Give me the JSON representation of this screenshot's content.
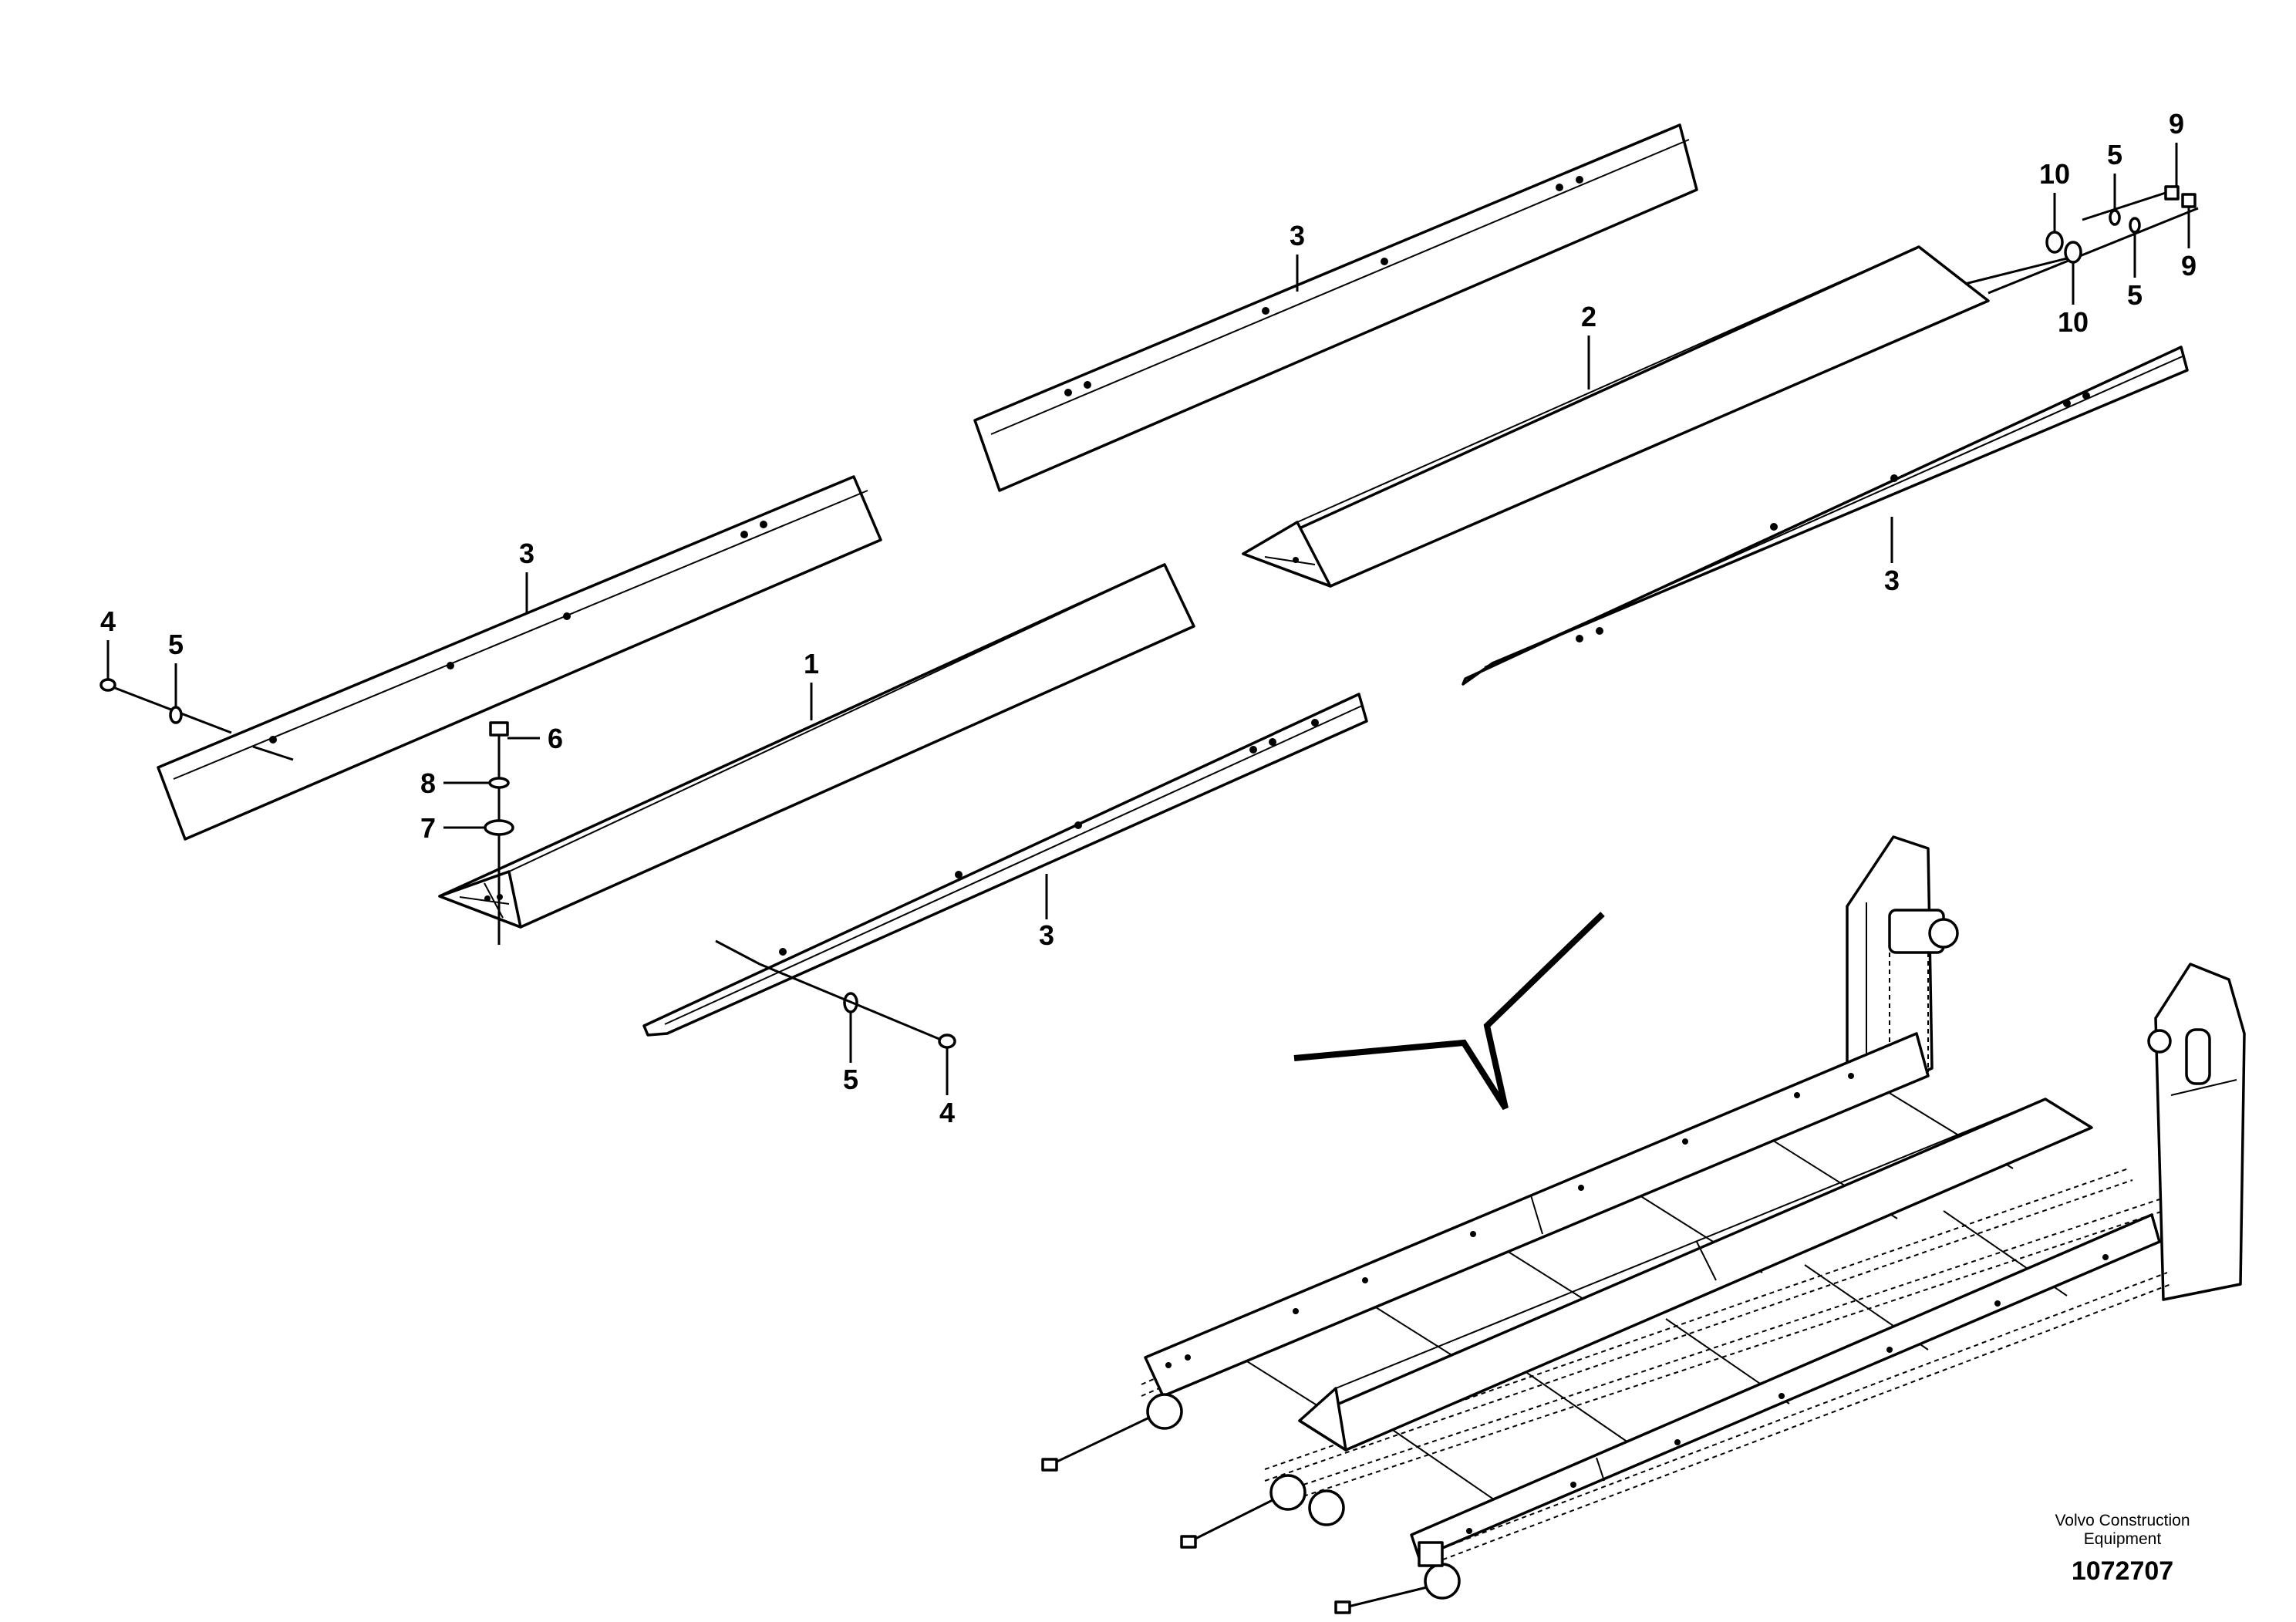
{
  "callouts": {
    "c1": "1",
    "c2": "2",
    "c3a": "3",
    "c3b": "3",
    "c3c": "3",
    "c3d": "3",
    "c4a": "4",
    "c4b": "4",
    "c5a": "5",
    "c5b": "5",
    "c5c": "5",
    "c5d": "5",
    "c6": "6",
    "c7": "7",
    "c8": "8",
    "c9a": "9",
    "c9b": "9",
    "c10a": "10",
    "c10b": "10"
  },
  "footer": {
    "brand_line1": "Volvo Construction",
    "brand_line2": "Equipment",
    "drawing_number": "1072707"
  }
}
